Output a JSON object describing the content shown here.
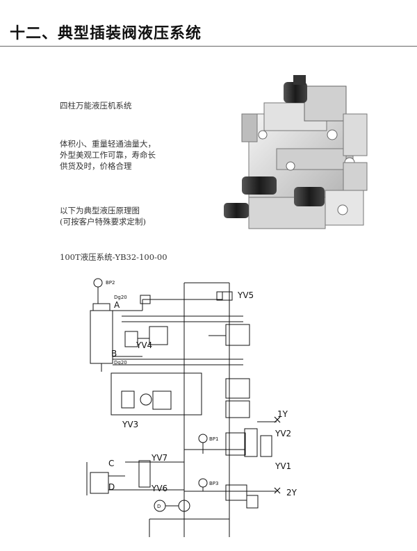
{
  "header": {
    "title": "十二、典型插装阀液压系统"
  },
  "intro": {
    "product": "四柱万能液压机系统",
    "features": [
      "体积小、重量轻通油量大，",
      "外型美观工作可靠，寿命长",
      "供货及时，价格合理"
    ],
    "principle": [
      "以下为典型液压原理图",
      "(可按客户特殊要求定制)"
    ],
    "system_name": "100T液压系统-YB32-100-00"
  },
  "schematic": {
    "ports": {
      "a": "A",
      "b": "B",
      "c": "C",
      "d": "D"
    },
    "pipes": {
      "dg20_top": "Dg20",
      "dg20_mid": "Dg20"
    },
    "gauges": {
      "bp2": "BP2",
      "bp1": "BP1",
      "bp3": "BP3"
    },
    "valves": {
      "yv5": "YV5",
      "yv4": "YV4",
      "yv3": "YV3",
      "yv2": "YV2",
      "yv1": "YV1",
      "yv7": "YV7",
      "yv6": "YV6"
    },
    "signals": {
      "s1": "1Y",
      "s2": "2Y"
    },
    "motor": "D"
  },
  "colors": {
    "line": "#111111",
    "body_grey": "#8c8c8c",
    "metal": "#c8c8c8"
  }
}
